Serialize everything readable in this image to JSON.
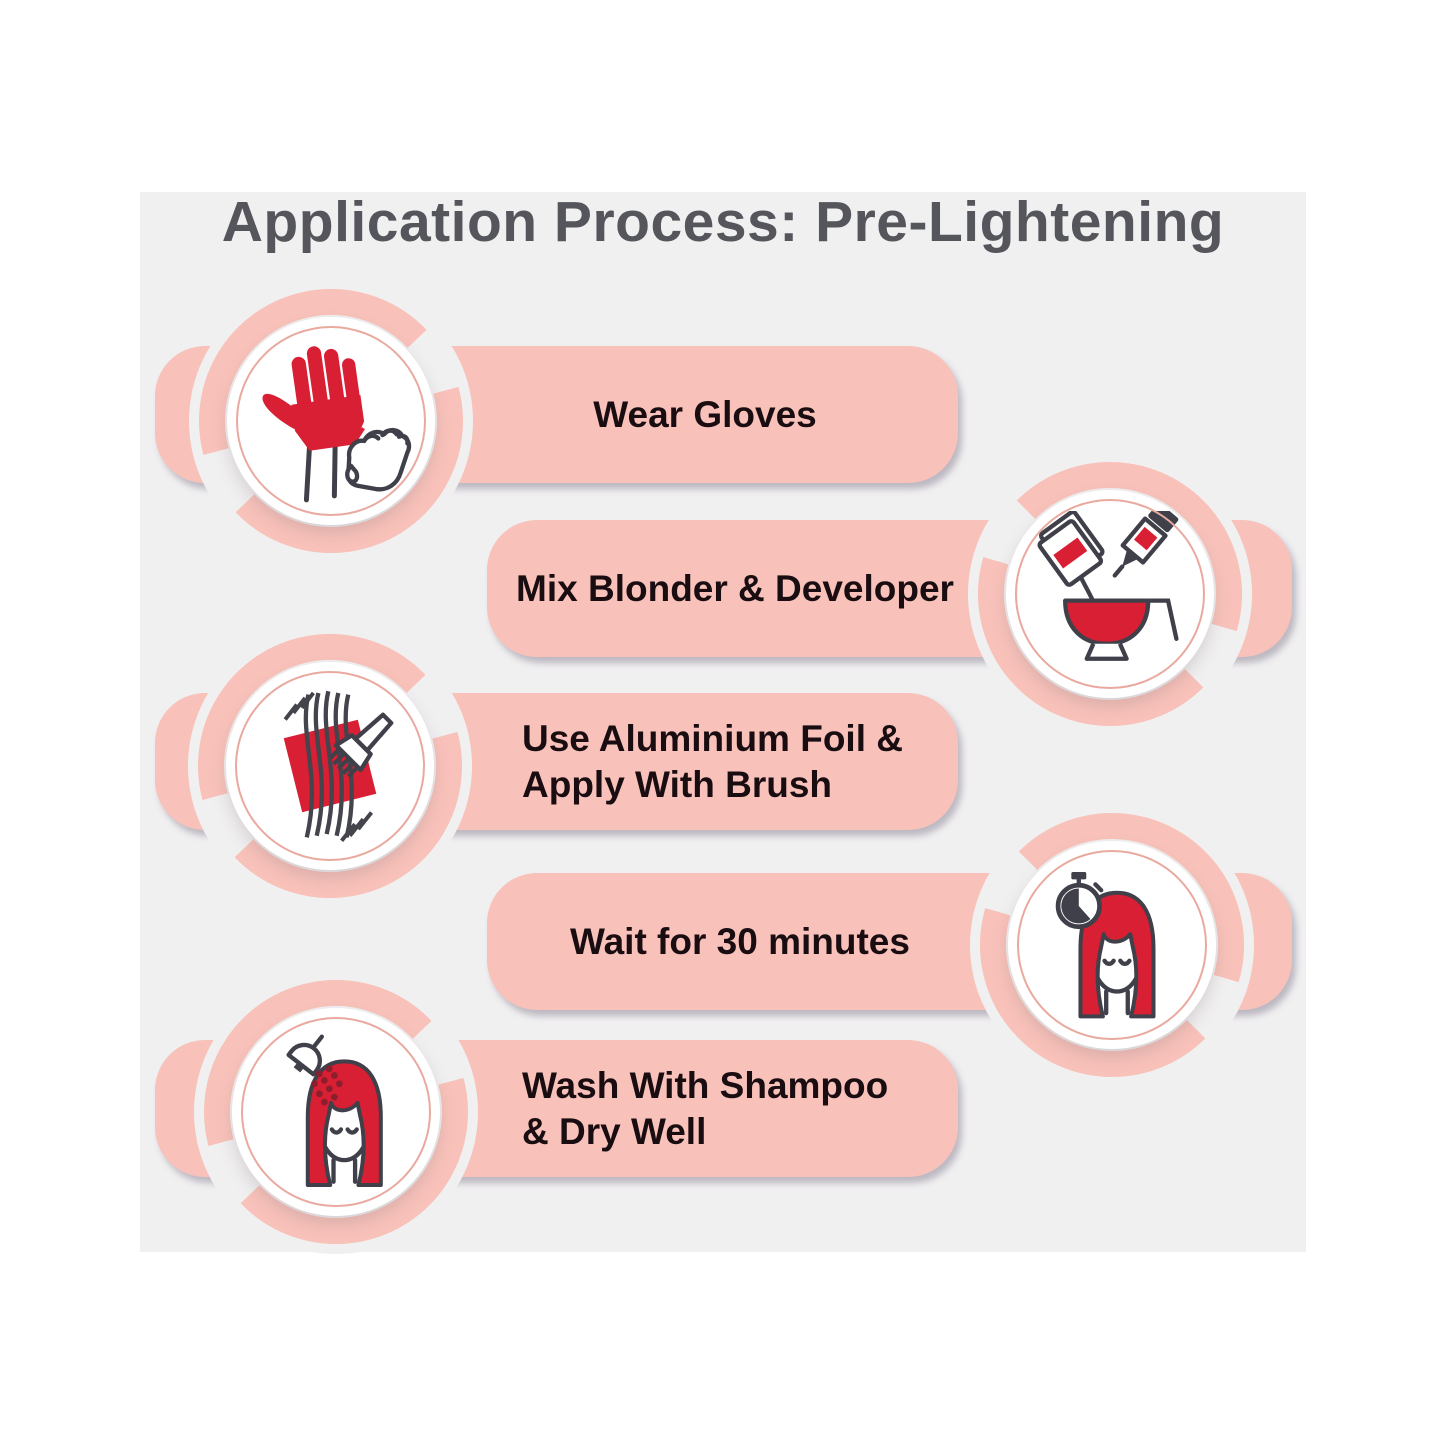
{
  "title": "Application Process: Pre-Lightening",
  "steps": [
    {
      "label": "Wear Gloves",
      "icon": "wear-gloves-icon",
      "icon_side": "left"
    },
    {
      "label": "Mix Blonder & Developer",
      "icon": "mix-blonder-developer-icon",
      "icon_side": "right"
    },
    {
      "label": "Use Aluminium Foil &\nApply With Brush",
      "icon": "aluminium-foil-brush-icon",
      "icon_side": "left"
    },
    {
      "label": "Wait for 30 minutes",
      "icon": "timer-30-minutes-icon",
      "icon_side": "right"
    },
    {
      "label": "Wash With Shampoo\n& Dry Well",
      "icon": "wash-shampoo-dry-icon",
      "icon_side": "left"
    }
  ],
  "colors": {
    "panel": "#f1f0f1",
    "pill": "#f8c2ba",
    "red": "#d81f33",
    "ink": "#3f4049",
    "title": "#55555c",
    "label": "#1a0d12",
    "ring": "#e9a99f",
    "dots": "#8a1f2d"
  }
}
